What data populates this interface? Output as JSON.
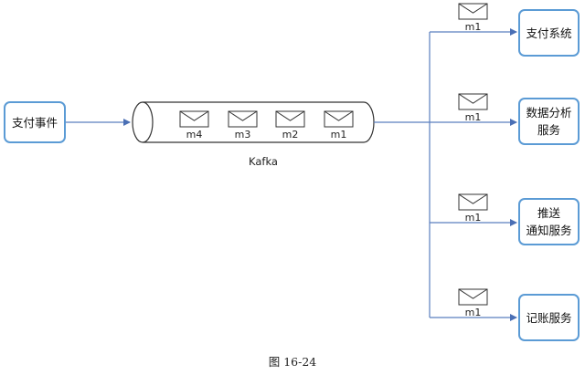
{
  "source": {
    "label": "支付事件"
  },
  "broker": {
    "label": "Kafka",
    "queue": [
      "m4",
      "m3",
      "m2",
      "m1"
    ]
  },
  "consumers": [
    {
      "lines": [
        "支付系统"
      ],
      "message": "m1"
    },
    {
      "lines": [
        "数据分析",
        "服务"
      ],
      "message": "m1"
    },
    {
      "lines": [
        "推送",
        "通知服务"
      ],
      "message": "m1"
    },
    {
      "lines": [
        "记账服务"
      ],
      "message": "m1"
    }
  ],
  "caption": "图 16-24",
  "colors": {
    "box_border": "#5b9bd5",
    "arrow": "#5b7fbf",
    "envelope": "#333333"
  }
}
